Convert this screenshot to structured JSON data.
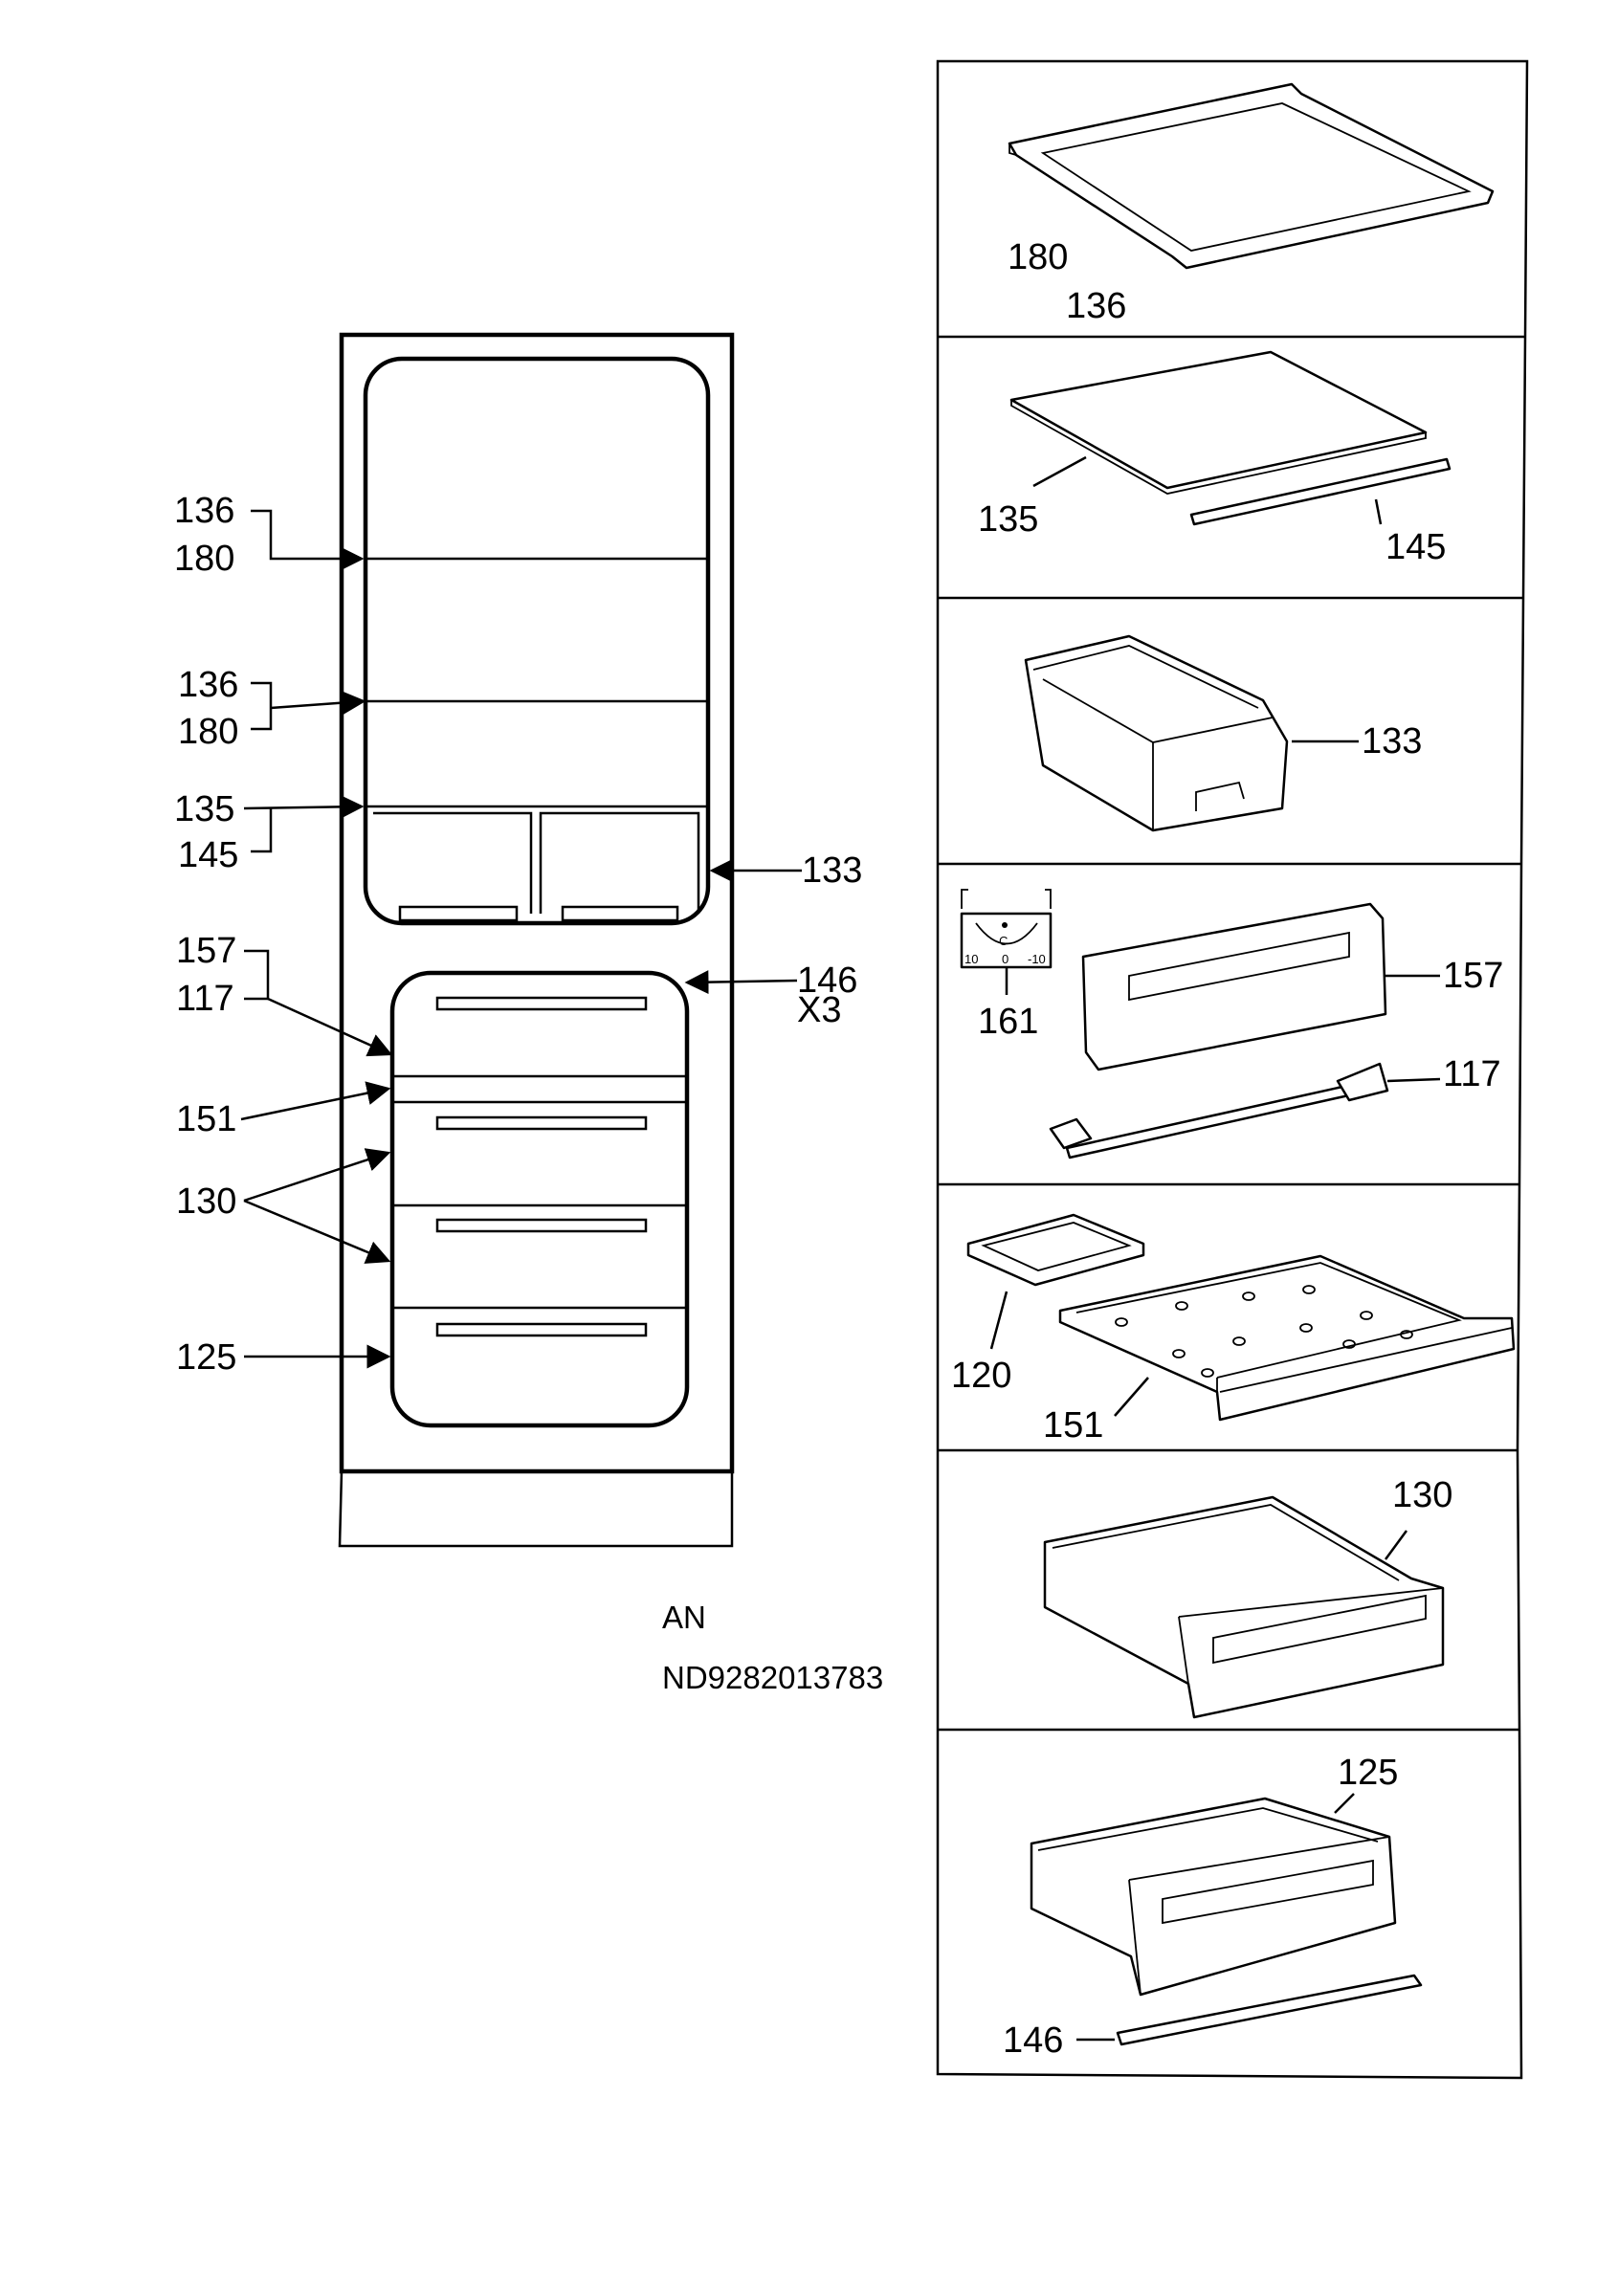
{
  "diagram": {
    "overview_labels": {
      "l136a": "136",
      "l180a": "180",
      "l136b": "136",
      "l180b": "180",
      "l135": "135",
      "l145": "145",
      "l133": "133",
      "l157": "157",
      "l117": "117",
      "l146": "146",
      "lx3": "X3",
      "l151": "151",
      "l130": "130",
      "l125": "125"
    },
    "codes": {
      "variant": "AN",
      "part_number": "ND9282013783"
    },
    "panels": {
      "p1": {
        "a": "180",
        "b": "136"
      },
      "p2": {
        "a": "135",
        "b": "145"
      },
      "p3": {
        "a": "133"
      },
      "p4": {
        "a": "161",
        "b": "157",
        "c": "117",
        "dial_c": "C",
        "dial_10": "10",
        "dial_0": "0",
        "dial_m10": "-10"
      },
      "p5": {
        "a": "120",
        "b": "151"
      },
      "p6": {
        "a": "130"
      },
      "p7": {
        "a": "125",
        "b": "146"
      }
    }
  }
}
